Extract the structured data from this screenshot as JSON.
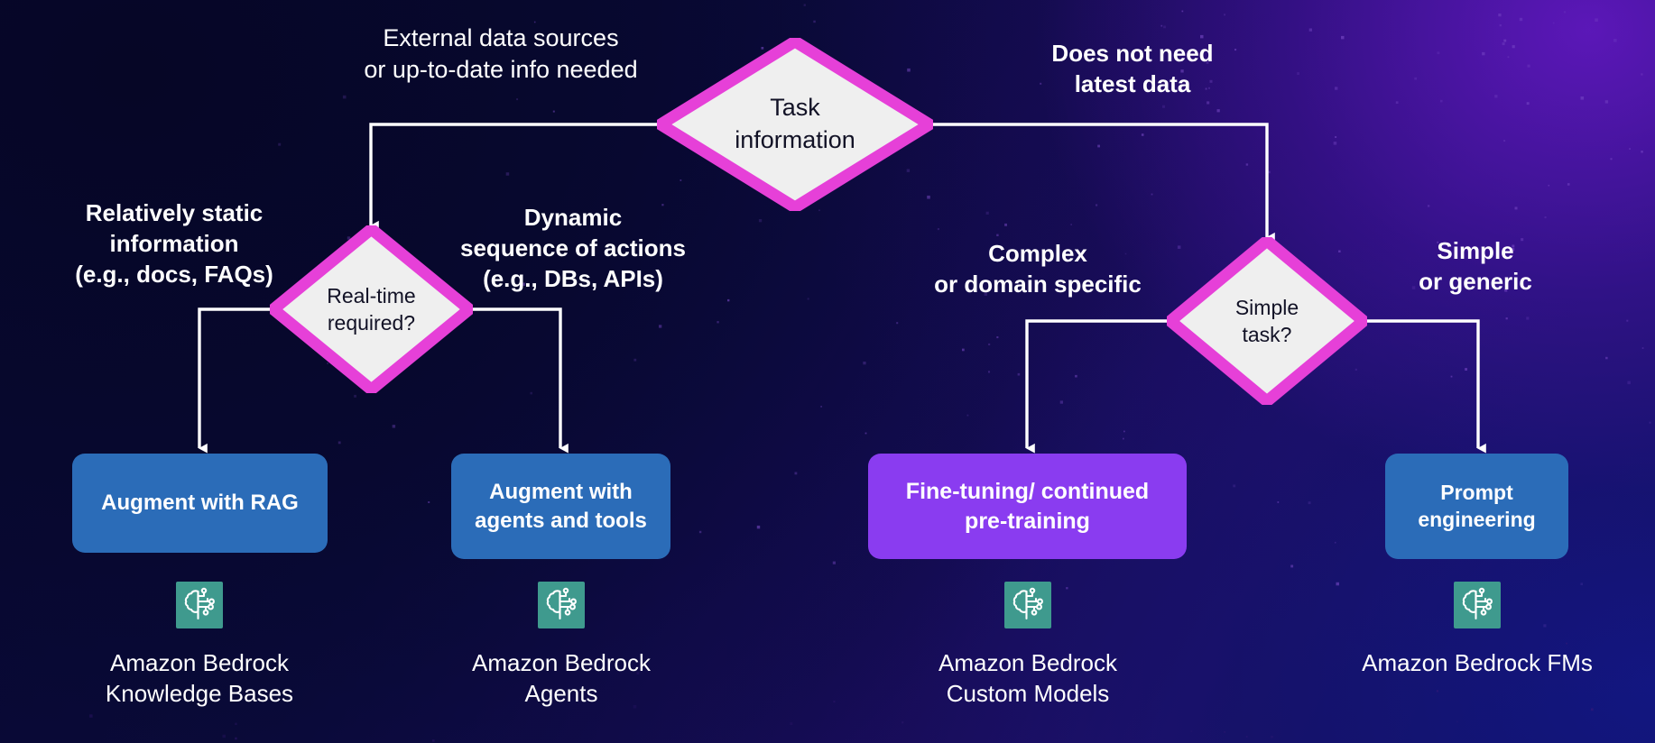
{
  "diagram": {
    "title": "Amazon Bedrock task-routing decision flowchart",
    "colors": {
      "diamond_border": "#e640d8",
      "diamond_fill": "#efefef",
      "box_blue": "#2b6cb8",
      "box_purple": "#8a3cf0",
      "icon_teal": "#3f9a8e",
      "connector": "#ffffff",
      "text_light": "#ffffff",
      "text_dark": "#121226"
    },
    "decisions": [
      {
        "id": "task-information",
        "label": "Task\ninformation"
      },
      {
        "id": "real-time-required",
        "label": "Real-time\nrequired?"
      },
      {
        "id": "simple-task",
        "label": "Simple\ntask?"
      }
    ],
    "edge_labels": [
      {
        "id": "external-data-sources",
        "text": "External data sources\nor up-to-date info needed"
      },
      {
        "id": "does-not-need-latest-data",
        "text": "Does not need\nlatest data"
      },
      {
        "id": "relatively-static-information",
        "text": "Relatively static\ninformation\n(e.g., docs, FAQs)"
      },
      {
        "id": "dynamic-sequence-of-actions",
        "text": "Dynamic\nsequence of actions\n(e.g., DBs, APIs)"
      },
      {
        "id": "complex-or-domain-specific",
        "text": "Complex\nor domain specific"
      },
      {
        "id": "simple-or-generic",
        "text": "Simple\nor generic"
      }
    ],
    "outcomes": [
      {
        "id": "augment-with-rag",
        "label": "Augment with RAG",
        "color": "blue",
        "service_icon": "brain-circuit-icon",
        "service_name": "Amazon Bedrock\nKnowledge Bases"
      },
      {
        "id": "augment-with-agents-and-tools",
        "label": "Augment with\nagents and tools",
        "color": "blue",
        "service_icon": "brain-circuit-icon",
        "service_name": "Amazon Bedrock\nAgents"
      },
      {
        "id": "fine-tuning-continued-pre-training",
        "label": "Fine-tuning/ continued\npre-training",
        "color": "purple",
        "service_icon": "brain-circuit-icon",
        "service_name": "Amazon Bedrock\nCustom Models"
      },
      {
        "id": "prompt-engineering",
        "label": "Prompt\nengineering",
        "color": "blue",
        "service_icon": "brain-circuit-icon",
        "service_name": "Amazon Bedrock FMs"
      }
    ]
  }
}
